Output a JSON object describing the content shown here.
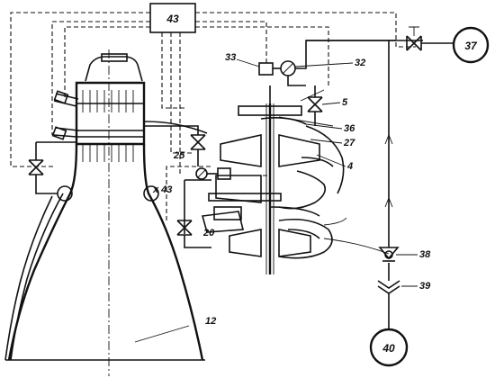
{
  "labels": {
    "box_43": "43",
    "tank_37": "37",
    "tank_40": "40",
    "l_33": "33",
    "l_32": "32",
    "l_5": "5",
    "l_36": "36",
    "l_27": "27",
    "l_4": "4",
    "l_25": "25",
    "l_x43": "x 43",
    "l_20": "20",
    "l_38": "38",
    "l_39": "39",
    "l_12": "12"
  },
  "colors": {
    "ink": "#111111",
    "background": "#ffffff"
  }
}
